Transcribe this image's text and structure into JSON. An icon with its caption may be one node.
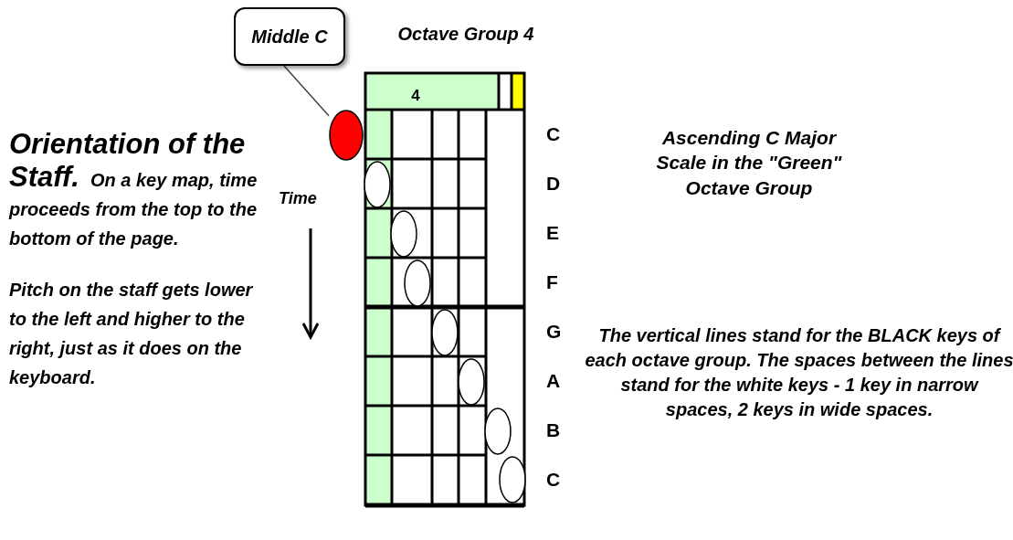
{
  "diagram": {
    "title": "Octave Group 4",
    "nodes": [
      {
        "text": [
          "Middle C"
        ]
      },
      {
        "text": [],
        "shape": "circle"
      }
    ],
    "edges": [
      {
        "from": 0,
        "to": 1,
        "arrow": "none"
      }
    ],
    "labels": [
      "Orientation of the Staff.",
      "On a key map, time proceeds from the top to the bottom of the page.",
      "Pitch on the staff gets lower to the left and higher to the right, just as it does on the keyboard.",
      "Time",
      "4",
      "C",
      "D",
      "E",
      "F",
      "G",
      "A",
      "B",
      "C",
      "Ascending C Major Scale in the \"Green\" Octave Group",
      "The vertical lines stand for the BLACK keys of each octave group. The spaces between the lines stand for the white keys - 1 key in narrow spaces, 2 keys in wide spaces."
    ]
  }
}
